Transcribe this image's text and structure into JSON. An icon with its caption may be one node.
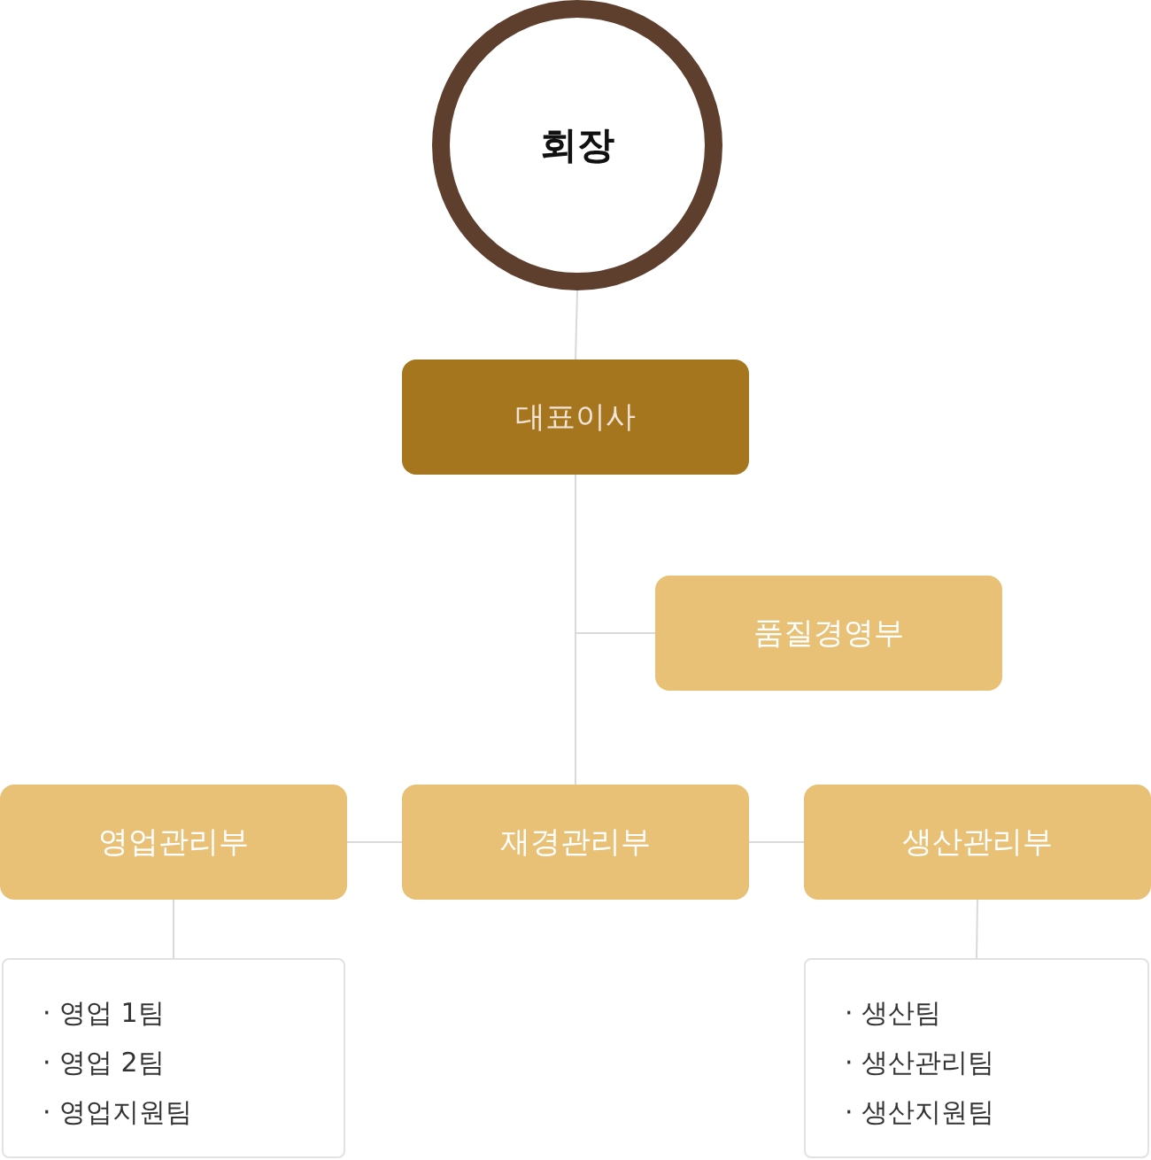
{
  "diagram": {
    "nodes": [
      {
        "text": [
          "회장"
        ]
      },
      {
        "text": [
          "대표이사"
        ]
      },
      {
        "text": [
          "품질경영부"
        ]
      },
      {
        "text": [
          "영업관리부"
        ]
      },
      {
        "text": [
          "재경관리부"
        ]
      },
      {
        "text": [
          "생산관리부"
        ]
      },
      {
        "text": [
          "· 영업 1팀",
          "· 영업 2팀",
          "· 영업지원팀"
        ]
      },
      {
        "text": [
          "· 생산팀",
          "· 생산관리팀",
          "· 생산지원팀"
        ]
      }
    ],
    "edges": [
      {
        "from": 0,
        "to": 1,
        "arrow": "none"
      },
      {
        "from": 1,
        "to": 2,
        "arrow": "none"
      },
      {
        "from": 1,
        "to": 4,
        "arrow": "none"
      },
      {
        "from": 4,
        "to": 3,
        "arrow": "none"
      },
      {
        "from": 4,
        "to": 5,
        "arrow": "none"
      },
      {
        "from": 3,
        "to": 6,
        "arrow": "none"
      },
      {
        "from": 5,
        "to": 7,
        "arrow": "none"
      }
    ]
  }
}
